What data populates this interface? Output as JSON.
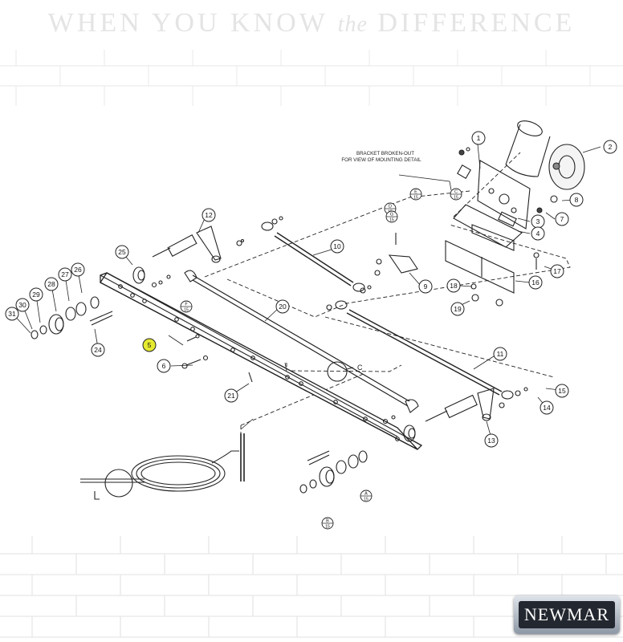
{
  "header": {
    "slogan_part1": "WHEN YOU KNOW ",
    "slogan_italic": "the",
    "slogan_part2": " DIFFERENCE"
  },
  "diagram": {
    "callout_note_line1": "BRACKET BROKEN-OUT",
    "callout_note_line2": "FOR VIEW OF MOUNTING DETAIL",
    "detail_ref_letter": "C",
    "highlighted_callout": "5",
    "callouts": [
      "1",
      "2",
      "3",
      "4",
      "5",
      "6",
      "7",
      "8",
      "9",
      "10",
      "11",
      "12",
      "13",
      "14",
      "15",
      "16",
      "17",
      "18",
      "19",
      "20",
      "21",
      "24",
      "25",
      "26",
      "27",
      "28",
      "29",
      "30",
      "31"
    ],
    "section_refs": [
      {
        "top": "A",
        "bottom": "15"
      },
      {
        "top": "B",
        "bottom": "15"
      },
      {
        "top": "C",
        "bottom": "15"
      },
      {
        "top": "D",
        "bottom": "15"
      },
      {
        "top": "E",
        "bottom": "15"
      },
      {
        "top": "F",
        "bottom": "15"
      },
      {
        "top": "G",
        "bottom": "15"
      }
    ]
  },
  "brand": {
    "logo_text": "NEWMAR"
  },
  "colors": {
    "highlight": "#e6ea2f",
    "line": "#222222",
    "slogan": "#e4e4e4"
  }
}
